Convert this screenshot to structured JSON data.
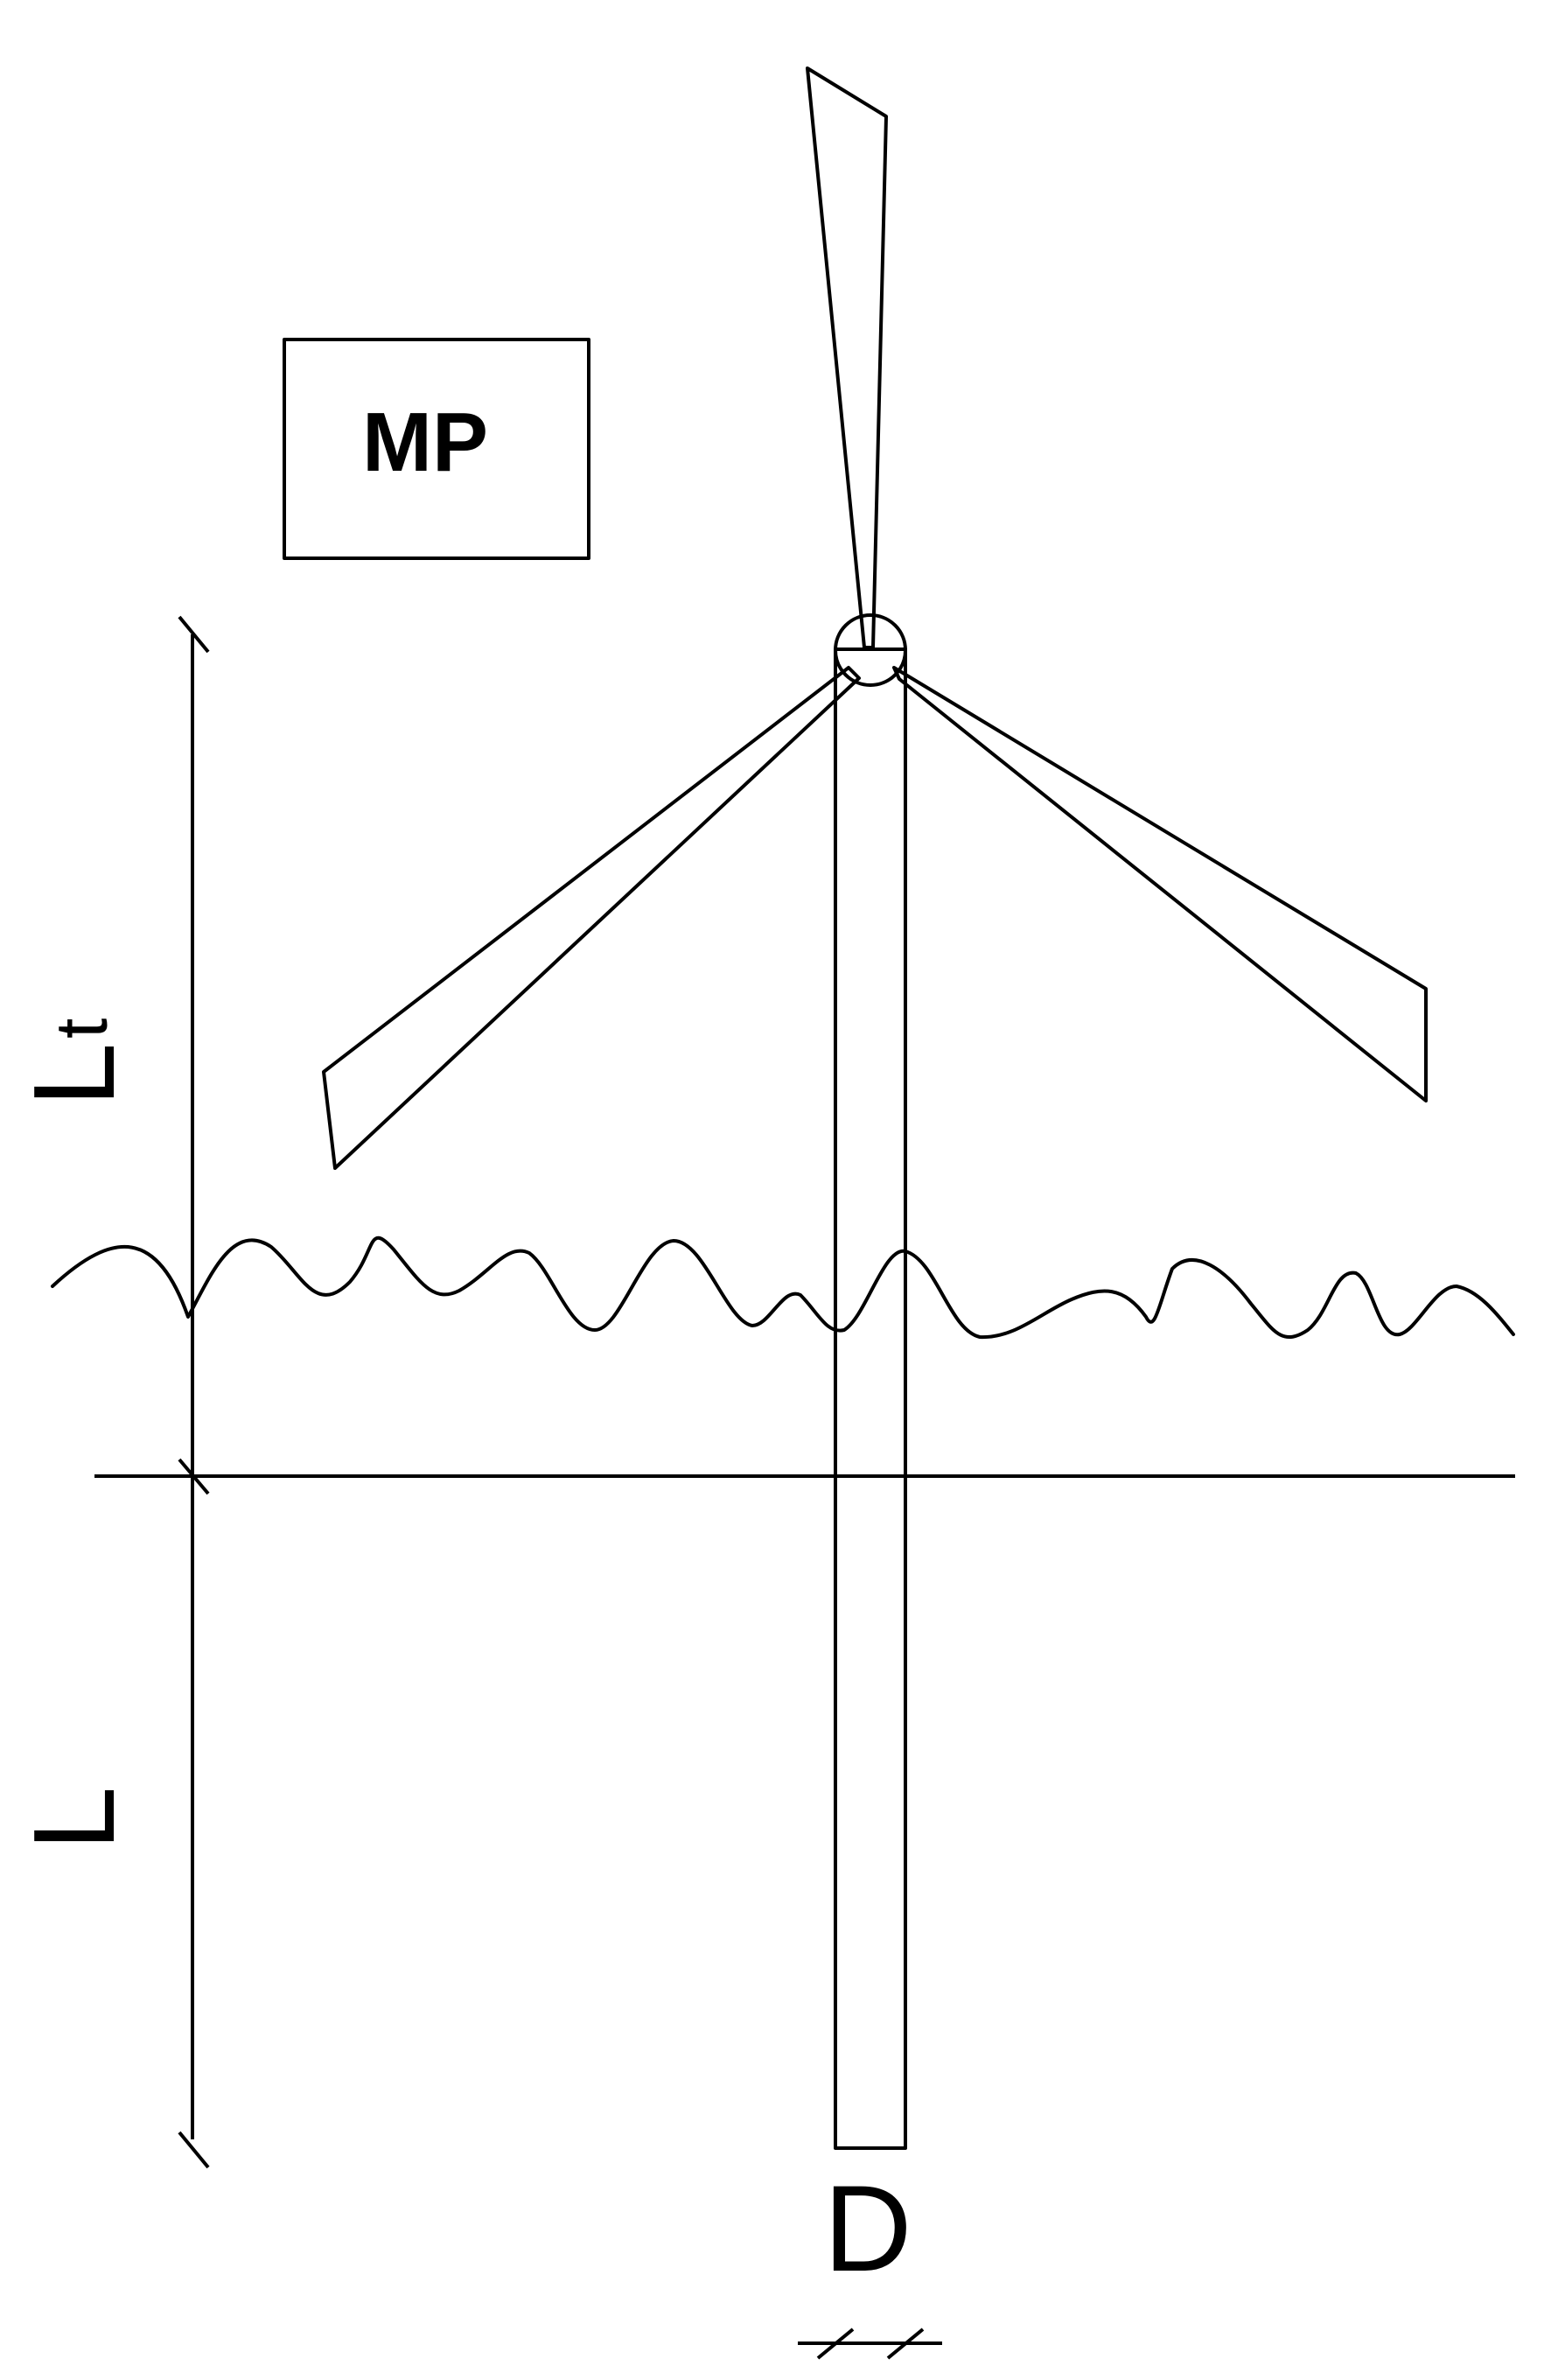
{
  "labels": {
    "type_box": "MP",
    "tower_height": "L",
    "tower_height_subscript": "t",
    "embedded_length": "L",
    "diameter": "D"
  },
  "colors": {
    "line": "#000000",
    "background": "#ffffff"
  }
}
